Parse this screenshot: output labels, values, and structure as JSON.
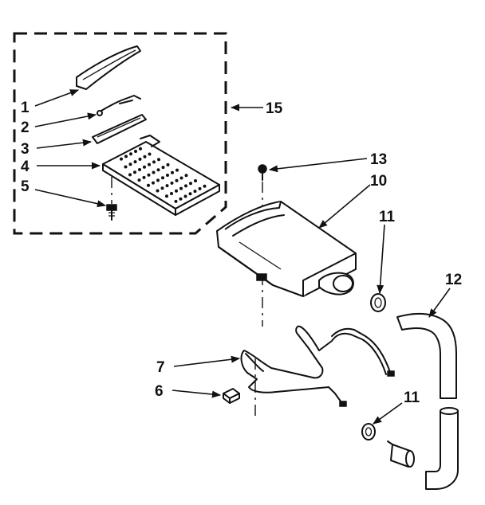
{
  "callouts": [
    {
      "id": "p1",
      "label": "1"
    },
    {
      "id": "p2",
      "label": "2"
    },
    {
      "id": "p3",
      "label": "3"
    },
    {
      "id": "p4",
      "label": "4"
    },
    {
      "id": "p5",
      "label": "5"
    },
    {
      "id": "p15",
      "label": "15"
    },
    {
      "id": "p13",
      "label": "13"
    },
    {
      "id": "p10",
      "label": "10"
    },
    {
      "id": "p11a",
      "label": "11"
    },
    {
      "id": "p12",
      "label": "12"
    },
    {
      "id": "p7",
      "label": "7"
    },
    {
      "id": "p6",
      "label": "6"
    },
    {
      "id": "p11b",
      "label": "11"
    }
  ]
}
